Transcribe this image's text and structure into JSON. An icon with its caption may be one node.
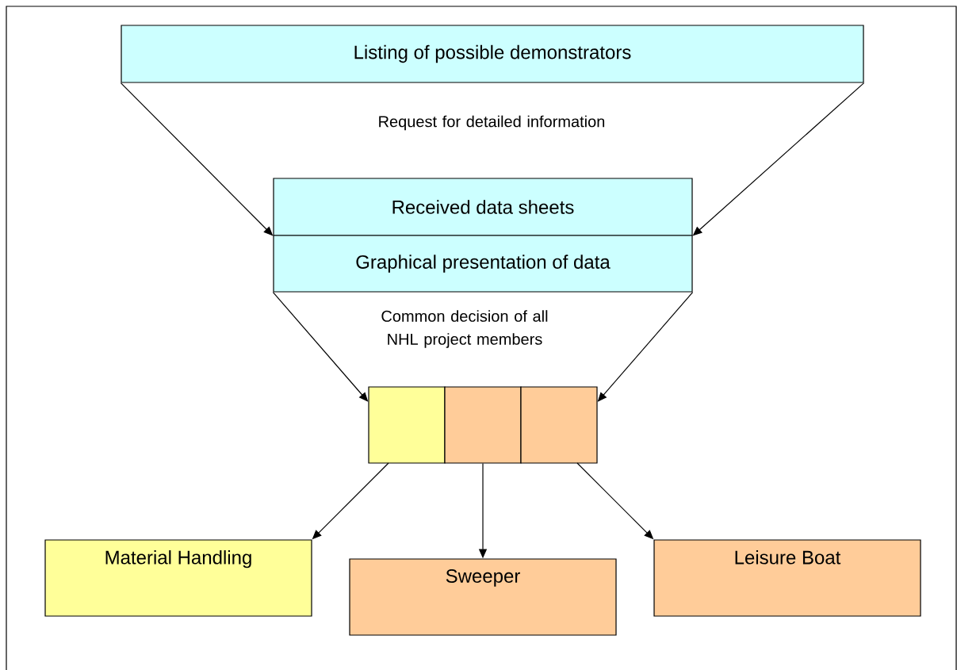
{
  "diagram": {
    "nodes": [
      {
        "text": [
          "Listing of possible demonstrators"
        ]
      },
      {
        "text": [
          "Received data sheets"
        ]
      },
      {
        "text": [
          "Graphical presentation of data"
        ]
      },
      {
        "text": [],
        "shape": "box"
      },
      {
        "text": [],
        "shape": "box"
      },
      {
        "text": [],
        "shape": "box"
      },
      {
        "text": [
          "Material Handling"
        ]
      },
      {
        "text": [
          "Sweeper"
        ]
      },
      {
        "text": [
          "Leisure Boat"
        ]
      }
    ],
    "edges": [
      {
        "from": 0,
        "to": 1,
        "arrow": "to"
      },
      {
        "from": 0,
        "to": 1,
        "arrow": "to"
      },
      {
        "from": 2,
        "to": 3,
        "arrow": "to"
      },
      {
        "from": 2,
        "to": 5,
        "arrow": "to"
      },
      {
        "from": 3,
        "to": 6,
        "arrow": "to"
      },
      {
        "from": 4,
        "to": 7,
        "arrow": "to"
      },
      {
        "from": 5,
        "to": 8,
        "arrow": "to"
      }
    ],
    "labels": [
      "Request for detailed information",
      "Common decision of all NHL project members"
    ]
  }
}
